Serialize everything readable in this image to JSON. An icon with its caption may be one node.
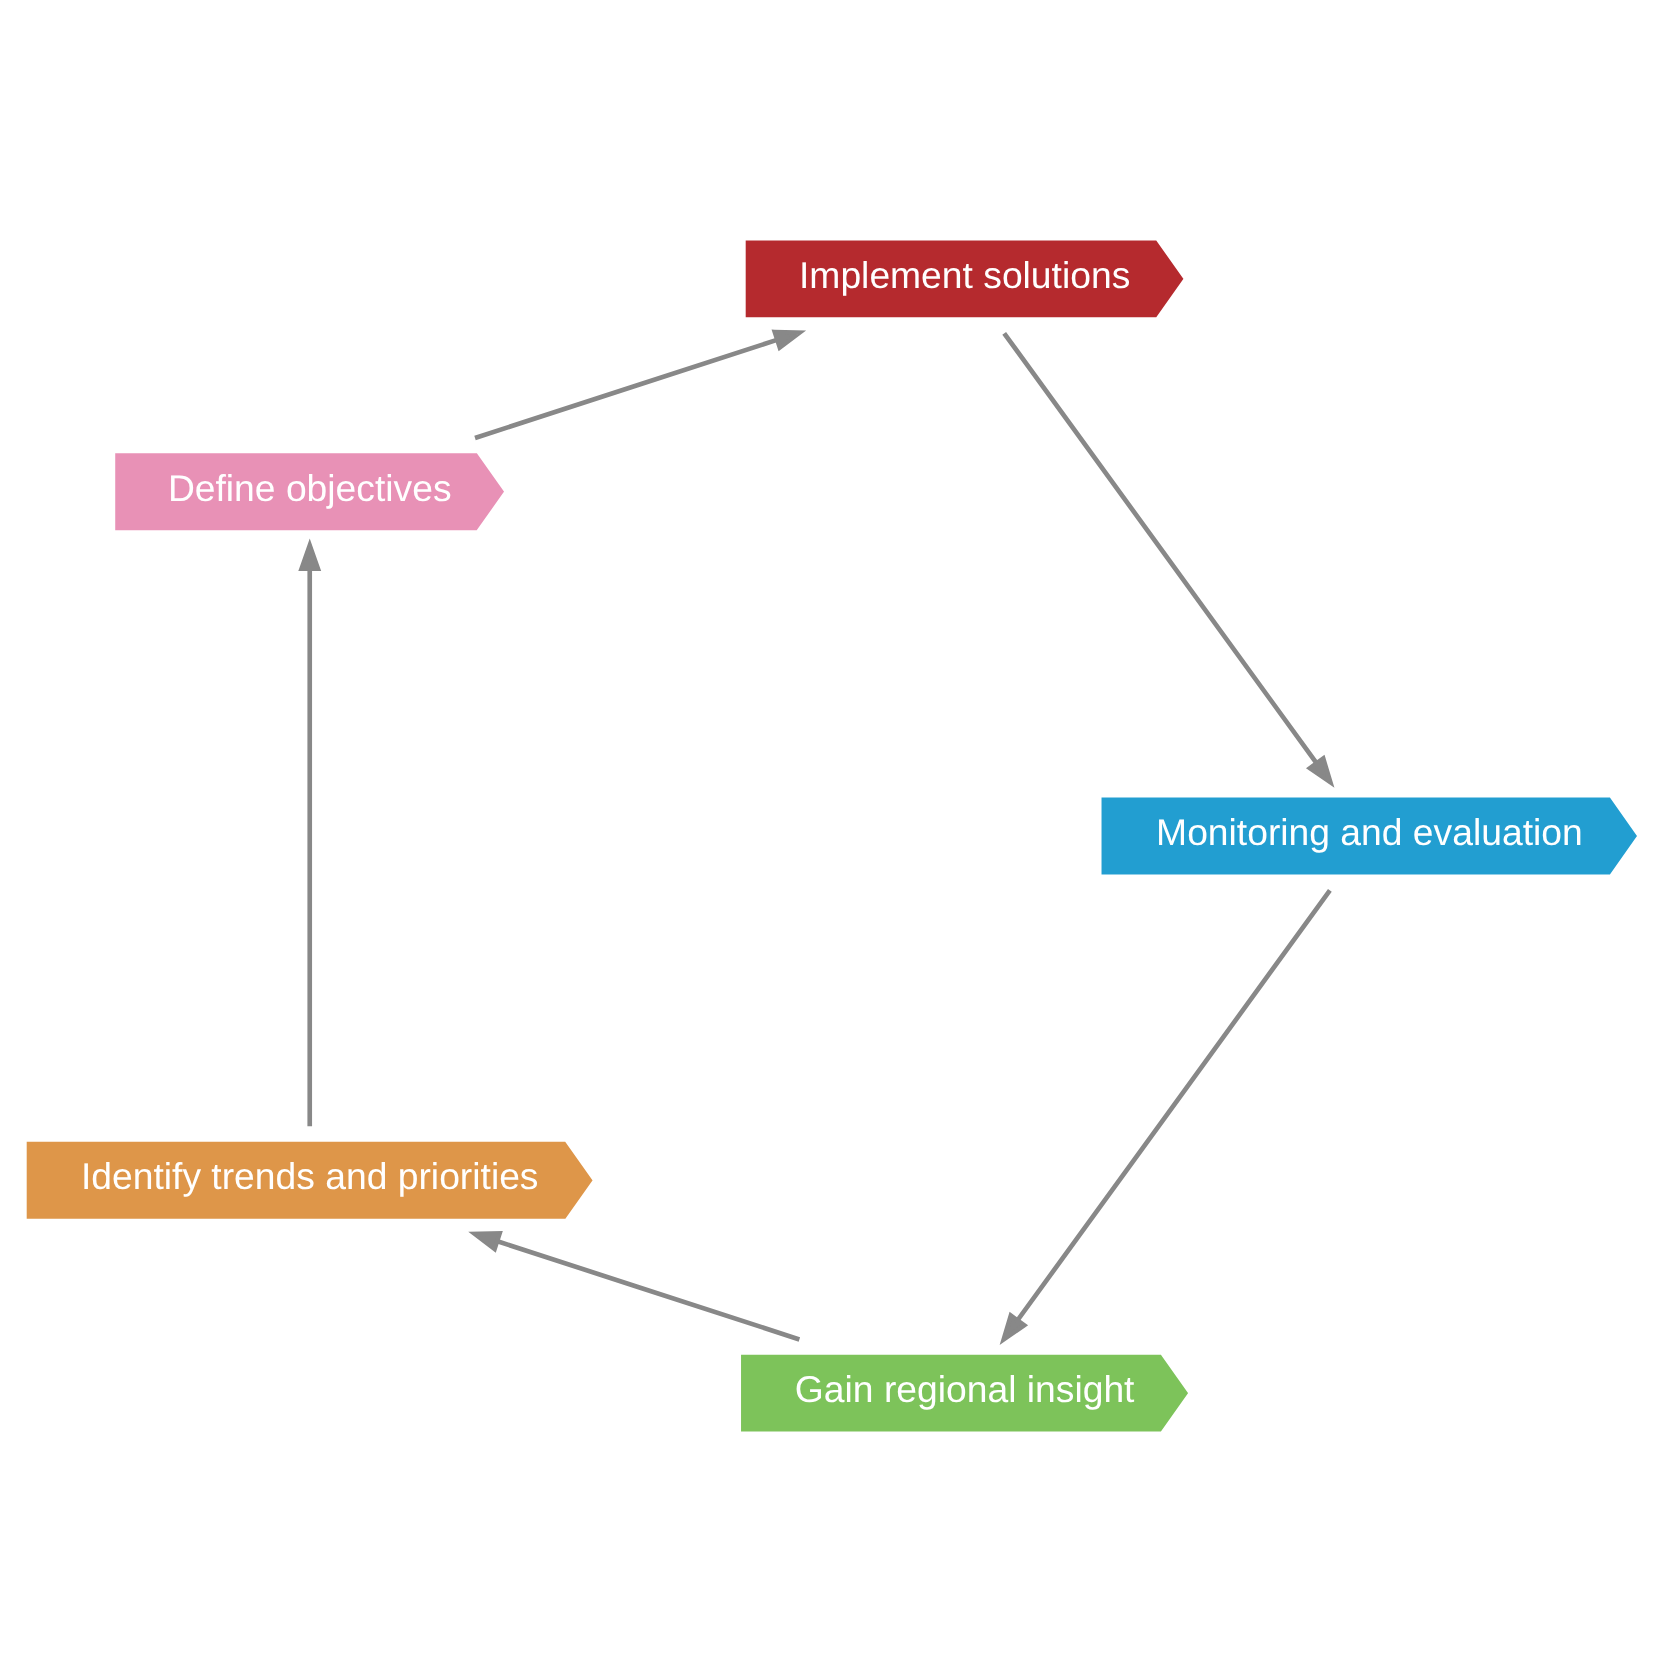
{
  "diagram": {
    "nodes": [
      {
        "text": [
          "Gain regional insight"
        ]
      },
      {
        "text": [
          "Identify trends and priorities"
        ]
      },
      {
        "text": [
          "Define objectives"
        ]
      },
      {
        "text": [
          "Implement solutions"
        ]
      },
      {
        "text": [
          "Monitoring and evaluation"
        ]
      }
    ],
    "edges": [
      {
        "from": 0,
        "to": 1,
        "arrow": "to"
      },
      {
        "from": 1,
        "to": 2,
        "arrow": "to"
      },
      {
        "from": 2,
        "to": 3,
        "arrow": "to"
      },
      {
        "from": 3,
        "to": 4,
        "arrow": "to"
      },
      {
        "from": 4,
        "to": 0,
        "arrow": "to"
      }
    ]
  }
}
